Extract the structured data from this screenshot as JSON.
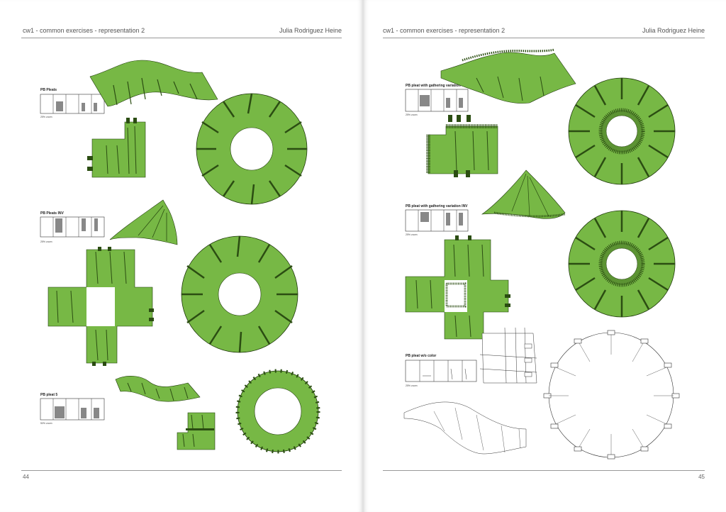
{
  "colors": {
    "fabric": "#77b845",
    "fold": "#2b4d12",
    "outline": "#1f3a0c",
    "white": "#ffffff"
  },
  "left_page": {
    "header_title": "cw1 - common exercises - representation 2",
    "header_author": "Julia Rodriguez Heine",
    "page_number": "44",
    "sections": [
      {
        "title": "PB Pleats",
        "zoom": "25% zoom"
      },
      {
        "title": "PB Pleats INV",
        "zoom": "25% zoom"
      },
      {
        "title": "PB pleat 5",
        "zoom": "50% zoom"
      }
    ]
  },
  "right_page": {
    "header_title": "cw1 - common exercises - representation 2",
    "header_author": "Julia Rodriguez Heine",
    "page_number": "45",
    "sections": [
      {
        "title": "PB pleat with gathering variation",
        "zoom": "25% zoom"
      },
      {
        "title": "PB pleat with gathering variation INV",
        "zoom": "25% zoom"
      },
      {
        "title": "PB pleat w/o color",
        "zoom": "25% zoom"
      }
    ]
  }
}
